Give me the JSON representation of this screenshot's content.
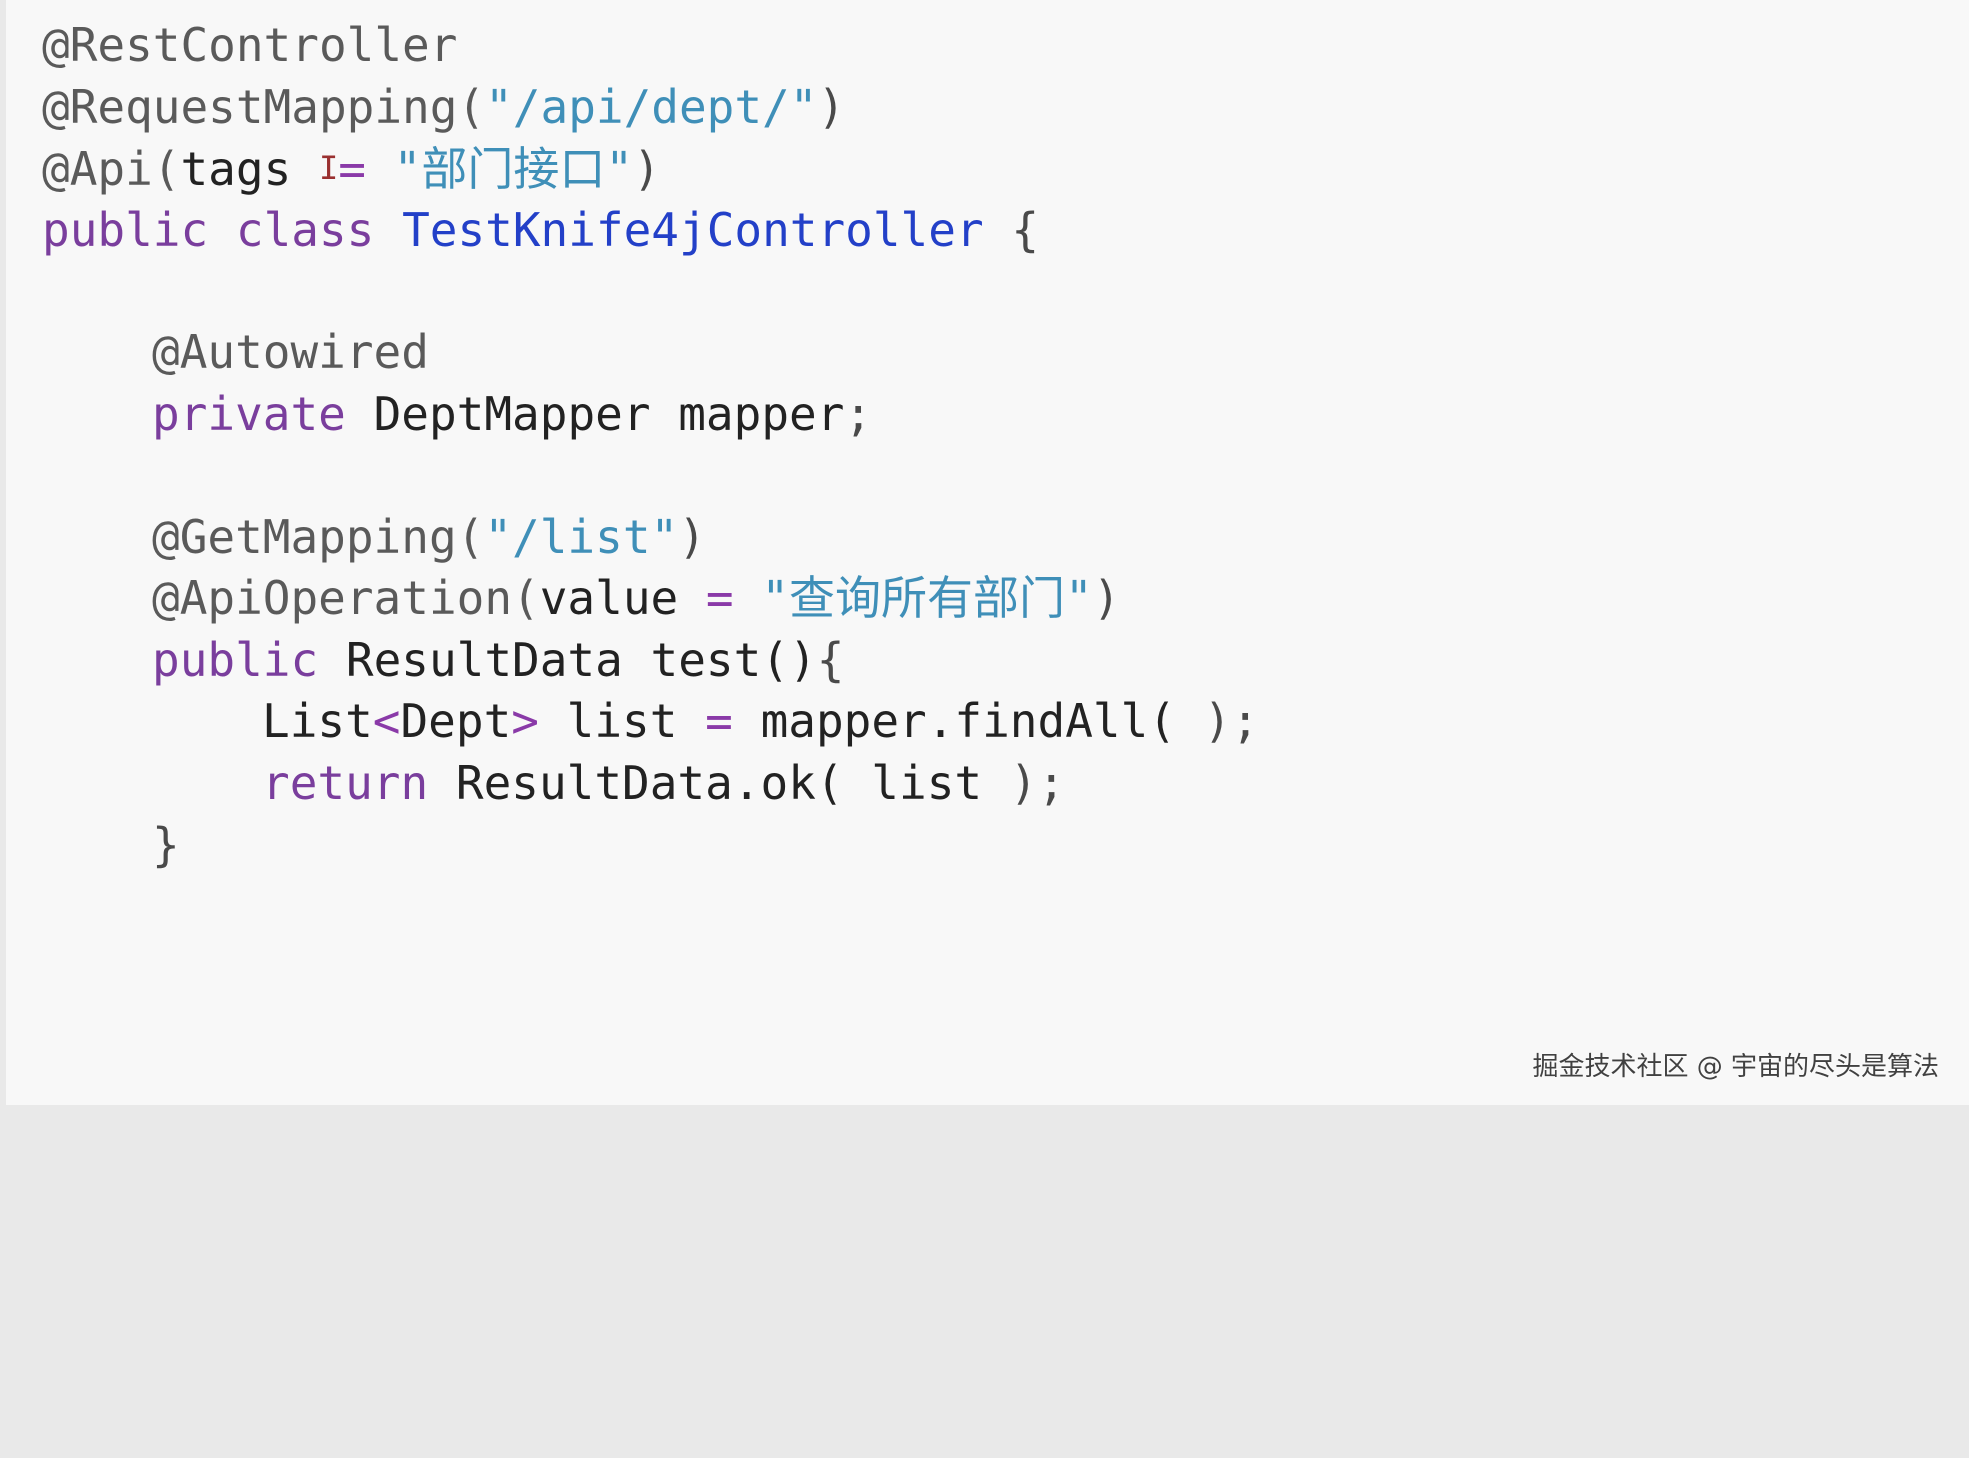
{
  "code": {
    "line1": {
      "annotation": "@RestController"
    },
    "line2": {
      "annotation": "@RequestMapping(",
      "string": "\"/api/dept/\"",
      "close": ")"
    },
    "line3": {
      "annotation": "@Api(",
      "param": "tags ",
      "cursor_glyph": "I",
      "eq": "= ",
      "string": "\"部门接口\"",
      "close": ")"
    },
    "line4": {
      "kw_public": "public",
      "kw_class": "class",
      "class_name": "TestKnife4jController",
      "brace": "{"
    },
    "line6": {
      "annotation": "@Autowired"
    },
    "line7": {
      "kw_private": "private",
      "type": "DeptMapper",
      "name": "mapper",
      "semi": ";"
    },
    "line9": {
      "annotation": "@GetMapping(",
      "string": "\"/list\"",
      "close": ")"
    },
    "line10": {
      "annotation": "@ApiOperation(",
      "param": "value",
      "eq": "=",
      "string": "\"查询所有部门\"",
      "close": ")"
    },
    "line11": {
      "kw_public": "public",
      "type": "ResultData",
      "method": "test()",
      "brace": "{"
    },
    "line12": {
      "type": "List",
      "lt": "<",
      "generic": "Dept",
      "gt": ">",
      "name": "list",
      "eq": "=",
      "call": "mapper.findAll(",
      "close": " );"
    },
    "line13": {
      "kw_return": "return",
      "call": "ResultData.ok(",
      "arg": " list ",
      "close": ");"
    },
    "line14": {
      "brace": "}"
    }
  },
  "watermark": "掘金技术社区 @ 宇宙的尽头是算法",
  "colors": {
    "background": "#f8f8f8",
    "annotation": "#5a5a5a",
    "string": "#3f8fb8",
    "keyword": "#7a3e9d",
    "class_name": "#2340c8",
    "identifier": "#222222"
  }
}
